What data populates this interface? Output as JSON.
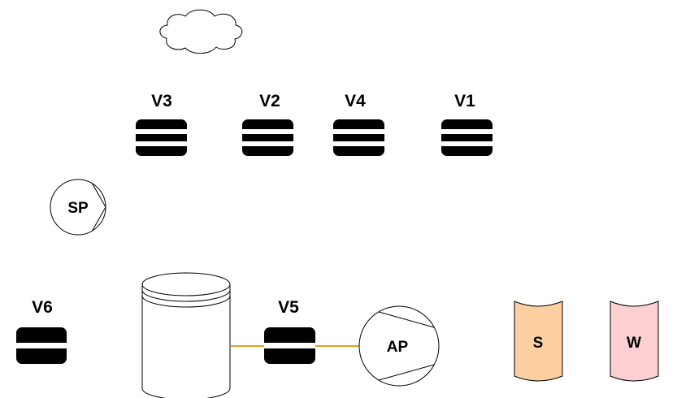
{
  "colors": {
    "pipe": "#e0a020",
    "valve": "#000000",
    "tank_s": "#fcd0a0",
    "tank_w": "#fcd0d0",
    "stroke": "#000000",
    "background": "#ffffff"
  },
  "icons": {
    "cloud": "cloud-icon",
    "reservoir": "cylinder-storage-icon",
    "pump": "pump-icon",
    "valve": "valve-icon",
    "tank": "tank-icon"
  },
  "valves": {
    "v1": "V1",
    "v2": "V2",
    "v3": "V3",
    "v4": "V4",
    "v5": "V5",
    "v6": "V6"
  },
  "pumps": {
    "sp": "SP",
    "ap": "AP"
  },
  "tanks": {
    "s": "S",
    "w": "W"
  }
}
